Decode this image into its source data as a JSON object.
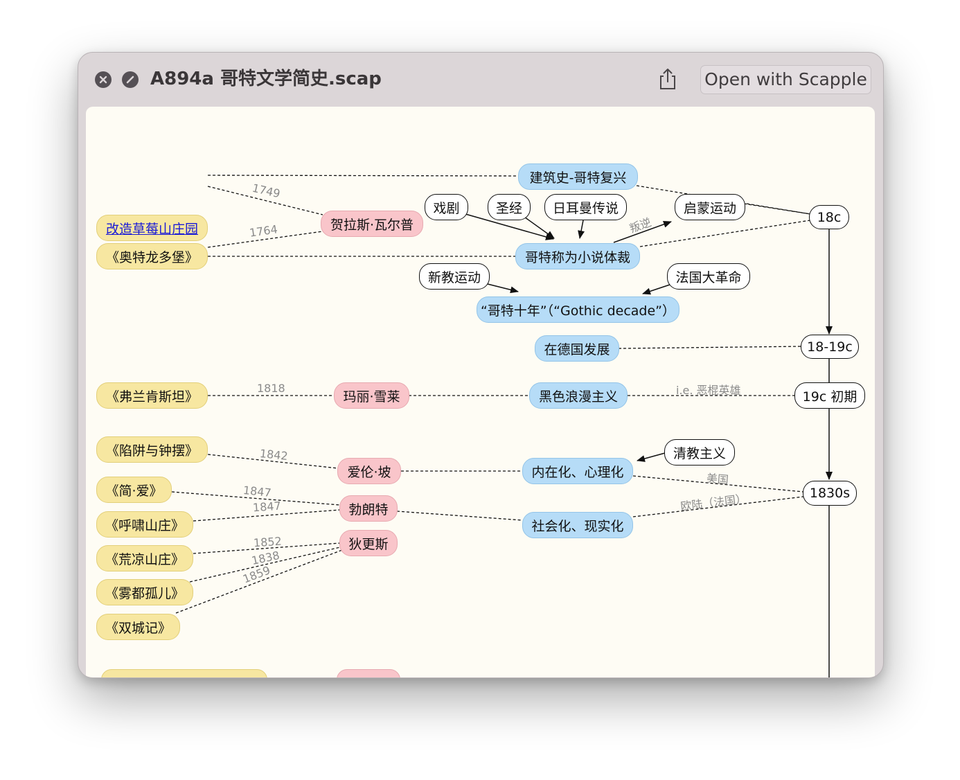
{
  "window": {
    "title": "A894a 哥特文学简史.scap",
    "open_button": "Open with Scapple",
    "icons": [
      "close-icon",
      "no-entry-icon",
      "share-icon"
    ]
  },
  "nodes": {
    "strawberry": "改造草莓山庄园",
    "otranto": "《奥特龙多堡》",
    "frankenstein": "《弗兰肯斯坦》",
    "pit_pendulum": "《陷阱与钟摆》",
    "jane_eyre": "《简·爱》",
    "wuthering": "《呼啸山庄》",
    "bleak_house": "《荒凉山庄》",
    "oliver": "《雾都孤儿》",
    "two_cities": "《双城记》",
    "walpole": "贺拉斯·瓦尔普",
    "shelley": "玛丽·雪莱",
    "poe": "爱伦·坡",
    "bronte": "勃朗特",
    "dickens": "狄更斯",
    "architecture": "建筑史-哥特复兴",
    "gothic_novel": "哥特称为小说体裁",
    "gothic_decade": "“哥特十年”（“Gothic decade”）",
    "germany": "在德国发展",
    "dark_romanticism": "黑色浪漫主义",
    "internalized": "内在化、心理化",
    "socialized": "社会化、现实化",
    "drama": "戏剧",
    "bible": "圣经",
    "germanic": "日耳曼传说",
    "enlightenment": "启蒙运动",
    "reformation": "新教运动",
    "french_revolution": "法国大革命",
    "puritanism": "清教主义",
    "c18": "18c",
    "c18_19": "18-19c",
    "c19_early": "19c 初期",
    "c1830s": "1830s"
  },
  "edge_labels": {
    "y1749": "1749",
    "y1764": "1764",
    "rebellion": "叛逆",
    "y1818": "1818",
    "villain": "i.e. 恶棍英雄",
    "y1842": "1842",
    "america": "美国",
    "y1847a": "1847",
    "y1847b": "1847",
    "europe": "欧陆（法国）",
    "y1852": "1852",
    "y1838": "1838",
    "y1859": "1859"
  },
  "colors": {
    "yellow_node": "#f7e7a1",
    "pink_node": "#f9c5ca",
    "blue_node": "#b6dcf7",
    "canvas": "#fefcf4",
    "link_text": "#1a1ad6"
  }
}
